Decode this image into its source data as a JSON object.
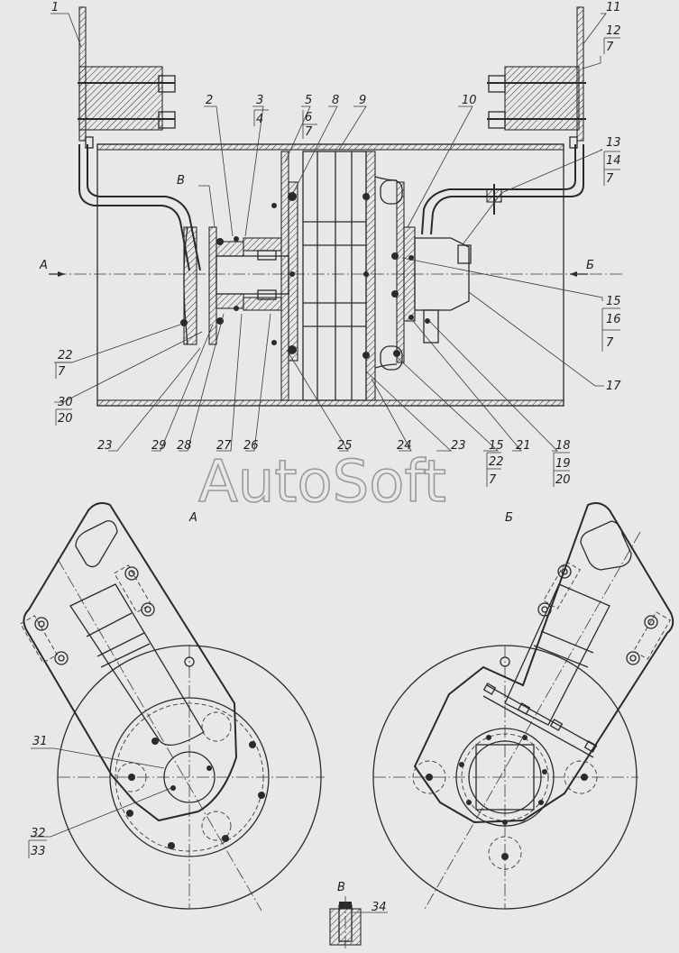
{
  "watermark": "AutoSoft",
  "section_views": {
    "view_a": "А",
    "view_b": "Б",
    "view_v": "В",
    "arrow_a": "А",
    "arrow_b": "Б",
    "callout_v": "В"
  },
  "callouts": {
    "c1": "1",
    "c2": "2",
    "c3": "3",
    "c4": "4",
    "c5": "5",
    "c6": "6",
    "c7a": "7",
    "c8": "8",
    "c9": "9",
    "c10": "10",
    "c11": "11",
    "c12": "12",
    "c7b": "7",
    "c13": "13",
    "c14": "14",
    "c7c": "7",
    "c15a": "15",
    "c16": "16",
    "c7d": "7",
    "c17": "17",
    "c18": "18",
    "c19": "19",
    "c20a": "20",
    "c21": "21",
    "c15b": "15",
    "c22a": "22",
    "c7e": "7",
    "c23a": "23",
    "c24": "24",
    "c25": "25",
    "c26": "26",
    "c27": "27",
    "c28": "28",
    "c29": "29",
    "c23b": "23",
    "c30": "30",
    "c20b": "20",
    "c22b": "22",
    "c7f": "7",
    "c31": "31",
    "c32": "32",
    "c33": "33",
    "c34": "34"
  }
}
